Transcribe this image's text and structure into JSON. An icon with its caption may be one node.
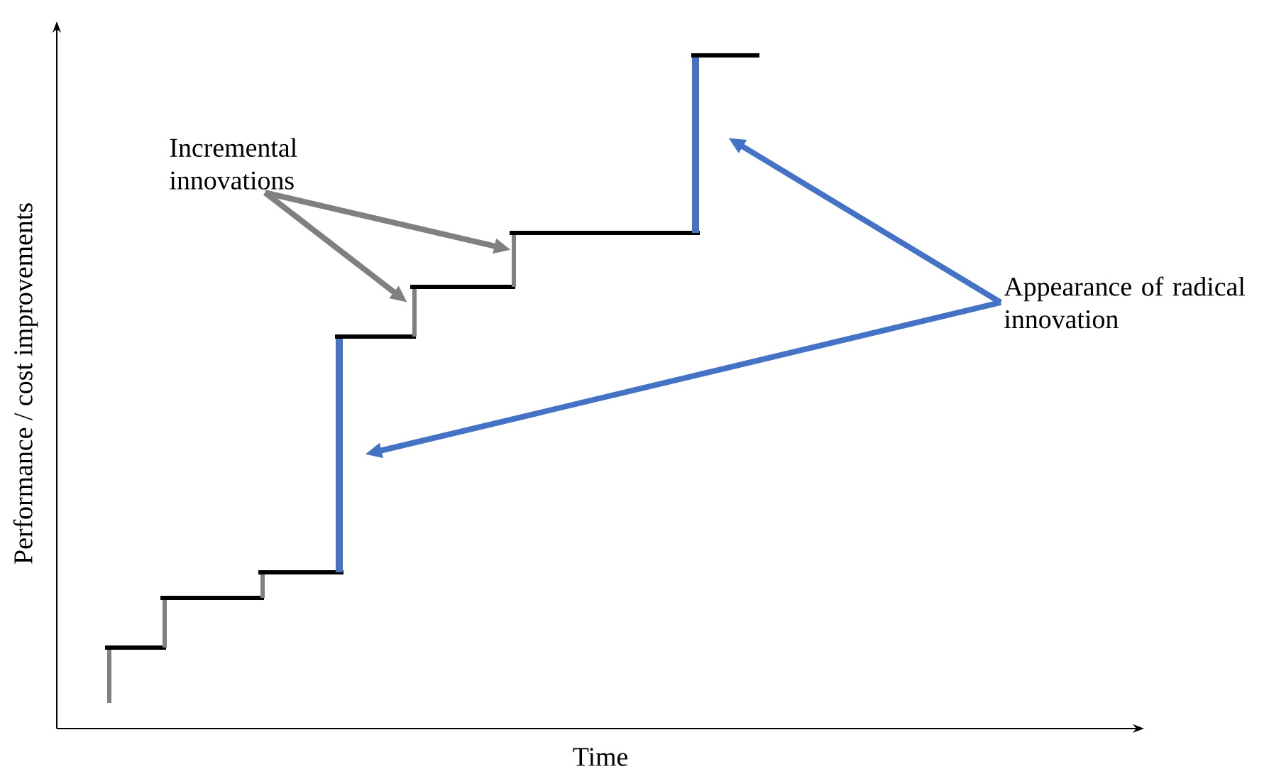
{
  "diagram": {
    "nodes": [
      {
        "text": [
          "Incremental innovations"
        ]
      },
      {
        "text": [
          "Appearance of radical innovation"
        ]
      }
    ],
    "edges": [
      {
        "from": 0,
        "to": null,
        "arrow": "to",
        "color": "#808080"
      },
      {
        "from": 0,
        "to": null,
        "arrow": "to",
        "color": "#808080"
      },
      {
        "from": 1,
        "to": null,
        "arrow": "to",
        "color": "#4472c4"
      },
      {
        "from": 1,
        "to": null,
        "arrow": "to",
        "color": "#4472c4"
      }
    ],
    "labels": [
      "Performance / cost improvements",
      "Time"
    ]
  }
}
